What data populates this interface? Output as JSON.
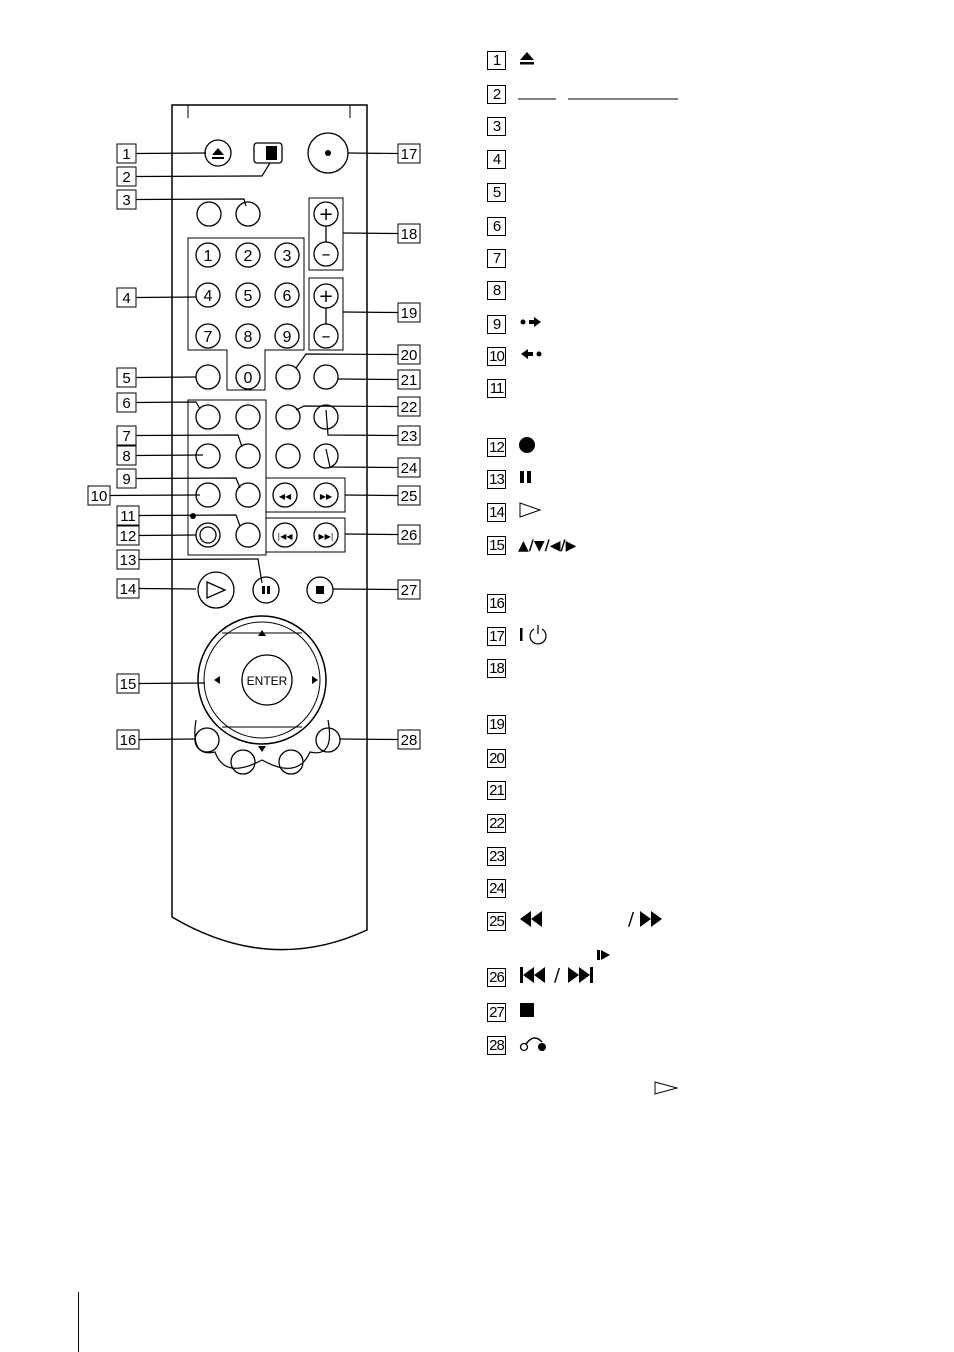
{
  "callouts": [
    "1",
    "2",
    "3",
    "4",
    "5",
    "6",
    "7",
    "8",
    "9",
    "10",
    "11",
    "12",
    "13",
    "14",
    "15",
    "16",
    "17",
    "18",
    "19",
    "20",
    "21",
    "22",
    "23",
    "24",
    "25",
    "26",
    "27",
    "28"
  ],
  "remote": {
    "numpad": [
      "1",
      "2",
      "3",
      "4",
      "5",
      "6",
      "7",
      "8",
      "9",
      "0"
    ],
    "enter_label": "ENTER",
    "minus_label": "–"
  },
  "legend": [
    {
      "num": "1",
      "symbol": "eject-icon"
    },
    {
      "num": "2",
      "symbol": "underline-blanks"
    },
    {
      "num": "3",
      "symbol": ""
    },
    {
      "num": "4",
      "symbol": ""
    },
    {
      "num": "5",
      "symbol": ""
    },
    {
      "num": "6",
      "symbol": ""
    },
    {
      "num": "7",
      "symbol": ""
    },
    {
      "num": "8",
      "symbol": ""
    },
    {
      "num": "9",
      "symbol": "step-forward-icon"
    },
    {
      "num": "10",
      "symbol": "step-back-icon"
    },
    {
      "num": "11",
      "symbol": ""
    },
    {
      "num": "12",
      "symbol": "record-icon"
    },
    {
      "num": "13",
      "symbol": "pause-icon"
    },
    {
      "num": "14",
      "symbol": "play-icon"
    },
    {
      "num": "15",
      "symbol": "arrows-icon"
    },
    {
      "num": "16",
      "symbol": ""
    },
    {
      "num": "17",
      "symbol": "power-icon"
    },
    {
      "num": "18",
      "symbol": ""
    },
    {
      "num": "19",
      "symbol": ""
    },
    {
      "num": "20",
      "symbol": ""
    },
    {
      "num": "21",
      "symbol": ""
    },
    {
      "num": "22",
      "symbol": ""
    },
    {
      "num": "23",
      "symbol": ""
    },
    {
      "num": "24",
      "symbol": ""
    },
    {
      "num": "25",
      "symbol": "rewind-ff-icon"
    },
    {
      "num": "26",
      "symbol": "prev-next-icon"
    },
    {
      "num": "27",
      "symbol": "stop-icon"
    },
    {
      "num": "28",
      "symbol": "return-icon"
    }
  ],
  "legend_separator": "/"
}
